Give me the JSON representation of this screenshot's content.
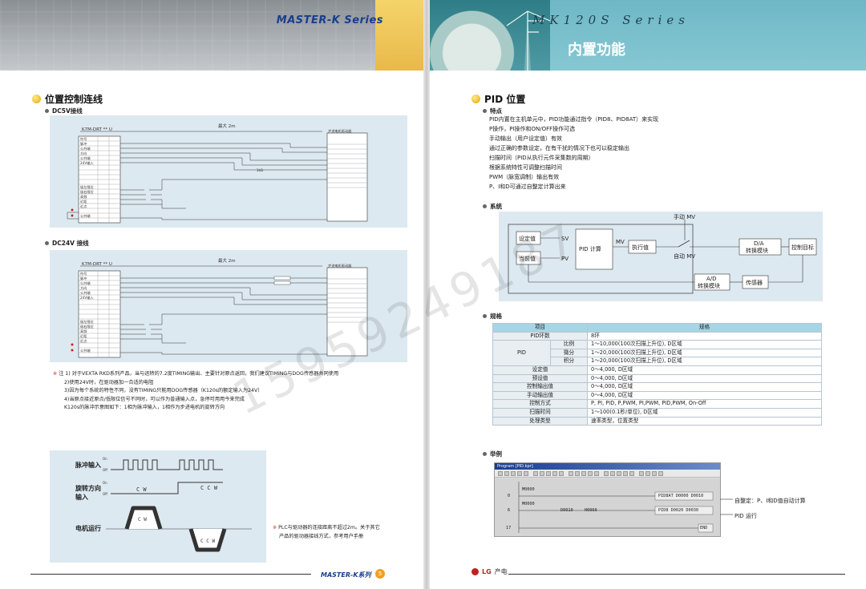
{
  "left": {
    "brand": "MASTER-K Series",
    "section_title": "位置控制连线",
    "sub_dc5v": "DC5V接线",
    "sub_dc24v": "DC24V 接线",
    "diagram": {
      "module": "K7M-DRT ** U",
      "distance": "最大 2m",
      "driver_title_1": "步进电机驱动器",
      "driver_title_2": "步进电机驱动器",
      "rows": [
        "符号",
        "脉冲",
        "公共端",
        "方向",
        "公共端",
        "24V输入",
        "",
        "",
        "",
        "",
        "极左限位",
        "极右限位",
        "高频",
        "近距",
        "近点",
        "公共端"
      ],
      "left_labels": [
        "公共端",
        "输入点",
        "",
        "公共端",
        "COM输入"
      ],
      "resistor": "1kΩ"
    },
    "notes": {
      "star": "※",
      "line1": "注 1) 对于VEXTA RKD系列产品，当与运转的7.2度TIMING输出、主要针对原点返回，我们建议TIMING与DOG传感器共同使用",
      "line2": "2)使用24V时，在驱动器加一合适的电阻",
      "line3": "3)因为每个系统的特性不同，没有TIMING只能用DOG传感器（K120s的额定输入为24V）",
      "line4": "4)当原点接近原点/低限位信号不同时，可以作为普通输入点，急停可用用今来完成",
      "line5": "K120s的脉冲示意图如下：1相为脉冲输入，1相作为步进电机的旋转方向"
    },
    "waveform": {
      "pulse_label": "脉冲输入",
      "dir_label_1": "旋转方向",
      "dir_label_2": "输入",
      "motor_label": "电机运行",
      "cw": "C W",
      "ccw": "C C W",
      "on": "On",
      "off": "Off"
    },
    "note2": {
      "star": "※",
      "line1": "PLC与驱动器的连接距离不超过2m。关于其它",
      "line2": "产品的驱动器接线方式，参考用户手册"
    },
    "footer_brand": "MASTER-K系列",
    "page_number": "5"
  },
  "right": {
    "series": "MK120S Series",
    "header_title": "内置功能",
    "section_title": "PID 位置",
    "sub_features": "特点",
    "features": [
      "PID内置在主机单元中，PID功能通过指令（PID8、PID8AT）来实现",
      "P操作，PI操作和ON/OFF操作可选",
      "手动输出（用户设定值）有效",
      "通过正确的参数设定，在有干扰的情况下也可以稳定输出",
      "扫描时间（PID从执行元件采集数的周期）",
      "根据系统特性可调整扫描时间",
      "PWM（脉宽调制）输出有效",
      "P、I和D可通过自整定计算出来"
    ],
    "sub_system": "系统",
    "system": {
      "manual_mv": "手动 MV",
      "setpoint": "设定值",
      "sv": "SV",
      "pid_calc": "PID 计算",
      "mv": "MV",
      "exec": "执行值",
      "auto_mv": "自动 MV",
      "da_1": "D/A",
      "da_2": "转换模块",
      "target": "控制目标",
      "current": "当前值",
      "pv": "PV",
      "ad_1": "A/D",
      "ad_2": "转换模块",
      "sensor": "传感器"
    },
    "sub_spec": "规格",
    "spec": {
      "headers": [
        "项目",
        "规格"
      ],
      "loops": [
        "PID环数",
        "8环"
      ],
      "pid_group": "PID",
      "pid_rows": [
        [
          "比例",
          "1～10,000(100次扫描上升位), D区域"
        ],
        [
          "微分",
          "1～20,000(100次扫描上升位), D区域"
        ],
        [
          "积分",
          "1～20,000(100次扫描上升位), D区域"
        ]
      ],
      "rows": [
        [
          "设定值",
          "0～4,000, D区域"
        ],
        [
          "预设值",
          "0～4,000, D区域"
        ],
        [
          "控制输出值",
          "0～4,000, D区域"
        ],
        [
          "手动输出值",
          "0～4,000, D区域"
        ],
        [
          "控制方式",
          "P, PI, PID, P,PWM, PI,PWM, PID,PWM, On-Off"
        ],
        [
          "扫描时间",
          "1～100(0.1秒/单位), D区域"
        ],
        [
          "处理类型",
          "速率类型，位置类型"
        ]
      ]
    },
    "sub_example": "举例",
    "program": {
      "title": "Program [PID.kpr]",
      "rung0_step": "0",
      "rung0_contact": "M0000",
      "rung0_inst": "PID8AT  D0000    D0010",
      "rung6_step": "6",
      "rung6_contact": "M0000",
      "rung6_a": "D0010",
      "rung6_b": "H0060",
      "rung6_inst": "PID8    D0020    D0030",
      "rung17_step": "17",
      "end": "END"
    },
    "callouts": [
      "自整定：P、I和D值自动计算",
      "PID 运行"
    ],
    "footer": "LG",
    "footer_sub": "产电"
  },
  "watermark": "15959249187",
  "colors": {
    "accent_yellow": "#e9a600",
    "panel_bg": "#dde9f0",
    "table_header": "#a6d6e6",
    "brand_blue": "#1a3e8a"
  }
}
